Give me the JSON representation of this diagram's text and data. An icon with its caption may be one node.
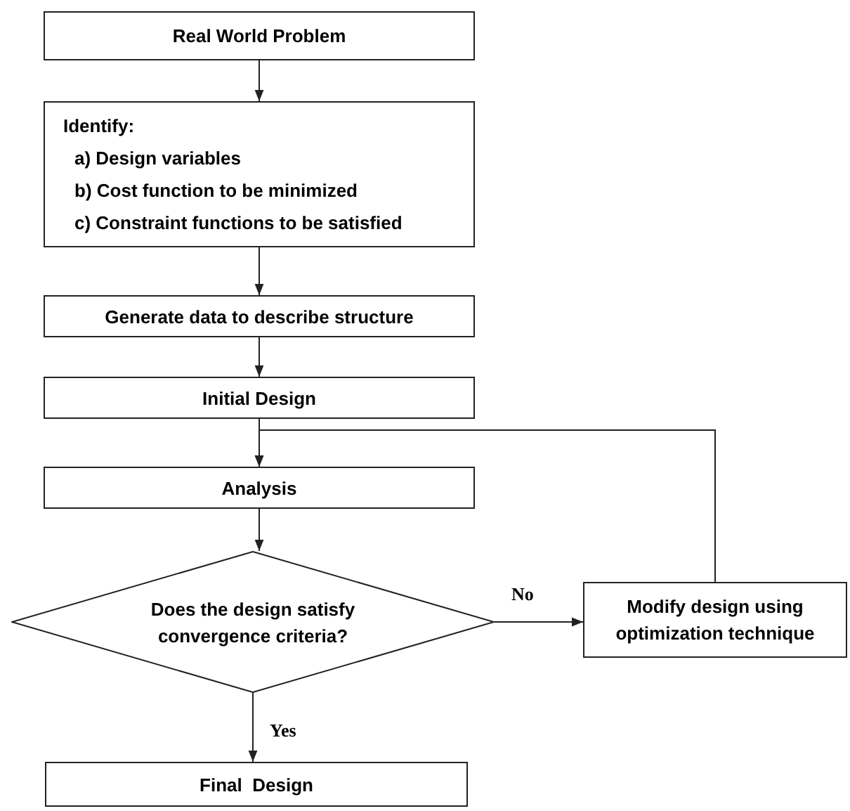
{
  "diagram": {
    "nodes": [
      {
        "text": [
          "Real World Problem"
        ]
      },
      {
        "text": [
          "Identify:",
          "a) Design variables",
          "b) Cost function to be minimized",
          "c) Constraint functions to be satisfied"
        ]
      },
      {
        "text": [
          "Generate data to describe structure"
        ]
      },
      {
        "text": [
          "Initial Design"
        ]
      },
      {
        "text": [
          "Analysis"
        ]
      },
      {
        "text": [
          "Does the design satisfy convergence criteria?"
        ]
      },
      {
        "text": [
          "Modify design using optimization technique"
        ]
      },
      {
        "text": [
          "Final  Design"
        ]
      }
    ],
    "edges": [
      {
        "from": 0,
        "to": 1,
        "arrow": "to"
      },
      {
        "from": 1,
        "to": 2,
        "arrow": "to"
      },
      {
        "from": 2,
        "to": 3,
        "arrow": "to"
      },
      {
        "from": 3,
        "to": 4,
        "arrow": "to"
      },
      {
        "from": 4,
        "to": 5,
        "arrow": "to"
      },
      {
        "from": 5,
        "to": 6,
        "arrow": "to",
        "label": "No"
      },
      {
        "from": 6,
        "to": 4,
        "arrow": "to"
      },
      {
        "from": 5,
        "to": 7,
        "arrow": "to",
        "label": "Yes"
      }
    ]
  }
}
